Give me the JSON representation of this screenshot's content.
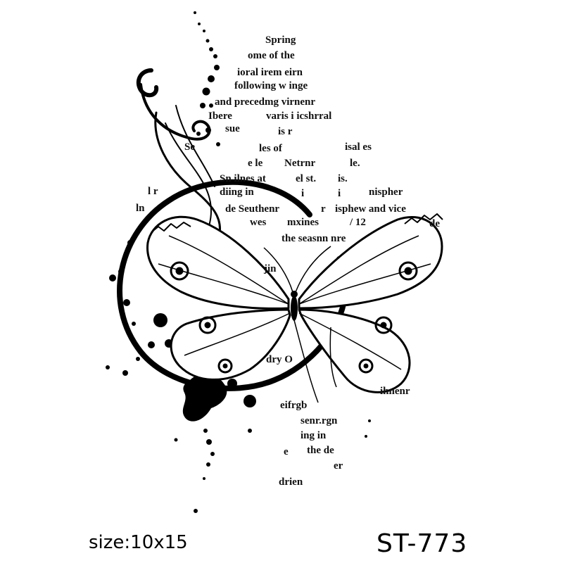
{
  "stamp": {
    "text_lines": [
      "Spring",
      "ome of the",
      "ioral irem eirn",
      "following w inge",
      "and precedmg virnenr",
      "Ibere",
      "varis i icshrral",
      "sue",
      "is r",
      "Se",
      "les of",
      "isal es",
      "e le",
      "Netrnr",
      "le.",
      "Sn ilnes at",
      "el st.",
      "is.",
      "l r",
      "diing in",
      "i",
      "i",
      "nispher",
      "ln",
      "de Seuthenr",
      "r",
      "isphew and vice",
      "wes",
      "mxines",
      "/ 12",
      "de",
      "the seasnn nre",
      "jin",
      "dry O",
      "ihnenr",
      "eifrgb",
      "senr.rgn",
      "ing in",
      "e",
      "the de",
      "er",
      "drien"
    ]
  },
  "caption": {
    "size": "size:10x15",
    "code": "ST-773"
  }
}
